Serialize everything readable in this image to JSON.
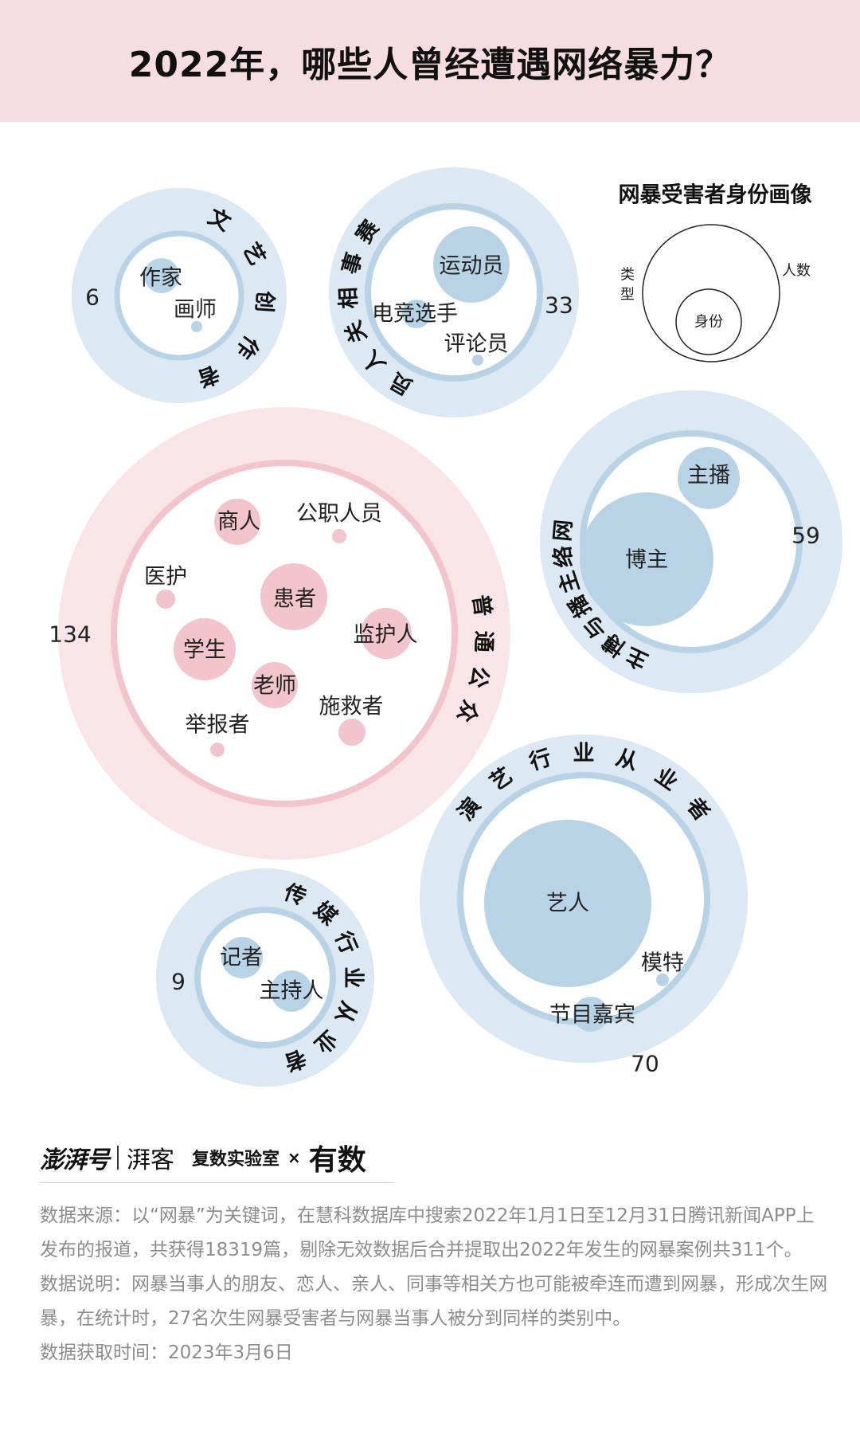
{
  "header": {
    "title": "2022年，哪些人曾经遭遇网络暴力？"
  },
  "chart_data": {
    "type": "bubble",
    "title": "2022年，哪些人曾经遭遇网络暴力？",
    "legend": {
      "title": "网暴受害者身份画像",
      "type_label": "类型",
      "count_label": "人数",
      "identity_label": "身份"
    },
    "groups": [
      {
        "name": "文艺创作者",
        "count": 6,
        "color": "blue",
        "members": [
          {
            "name": "作家"
          },
          {
            "name": "画师"
          }
        ]
      },
      {
        "name": "赛事相关人员",
        "count": 33,
        "color": "blue",
        "members": [
          {
            "name": "运动员"
          },
          {
            "name": "电竞选手"
          },
          {
            "name": "评论员"
          }
        ]
      },
      {
        "name": "普通公众",
        "count": 134,
        "color": "pink",
        "members": [
          {
            "name": "商人"
          },
          {
            "name": "公职人员"
          },
          {
            "name": "医护"
          },
          {
            "name": "患者"
          },
          {
            "name": "监护人"
          },
          {
            "name": "学生"
          },
          {
            "name": "老师"
          },
          {
            "name": "施救者"
          },
          {
            "name": "举报者"
          }
        ]
      },
      {
        "name": "网络主播与博主",
        "count": 59,
        "color": "blue",
        "members": [
          {
            "name": "主播"
          },
          {
            "name": "博主"
          }
        ]
      },
      {
        "name": "演艺行业从业者",
        "count": 70,
        "color": "blue",
        "members": [
          {
            "name": "艺人"
          },
          {
            "name": "模特"
          },
          {
            "name": "节目嘉宾"
          }
        ]
      },
      {
        "name": "传媒行业从业者",
        "count": 9,
        "color": "blue",
        "members": [
          {
            "name": "记者"
          },
          {
            "name": "主持人"
          }
        ]
      }
    ],
    "colors": {
      "blue_outer": "#dce8f2",
      "blue_ring": "#b9d3e6",
      "blue_node": "#b9d3e6",
      "pink_outer": "#f9e4e8",
      "pink_ring": "#f2c4cd",
      "pink_node": "#f2c4cd"
    }
  },
  "footer": {
    "logo_main": "澎湃号",
    "logo_sub": "湃客",
    "logo_lab": "复数实验室",
    "logo_x": "×",
    "logo_partner": "有数",
    "source": "数据来源：以“网暴”为关键词，在慧科数据库中搜索2022年1月1日至12月31日腾讯新闻APP上发布的报道，共获得18319篇，剔除无效数据后合并提取出2022年发生的网暴案例共311个。",
    "note": "数据说明：网暴当事人的朋友、恋人、亲人、同事等相关方也可能被牵连而遭到网暴，形成次生网暴，在统计时，27名次生网暴受害者与网暴当事人被分到同样的类别中。",
    "date": "数据获取时间：2023年3月6日"
  }
}
